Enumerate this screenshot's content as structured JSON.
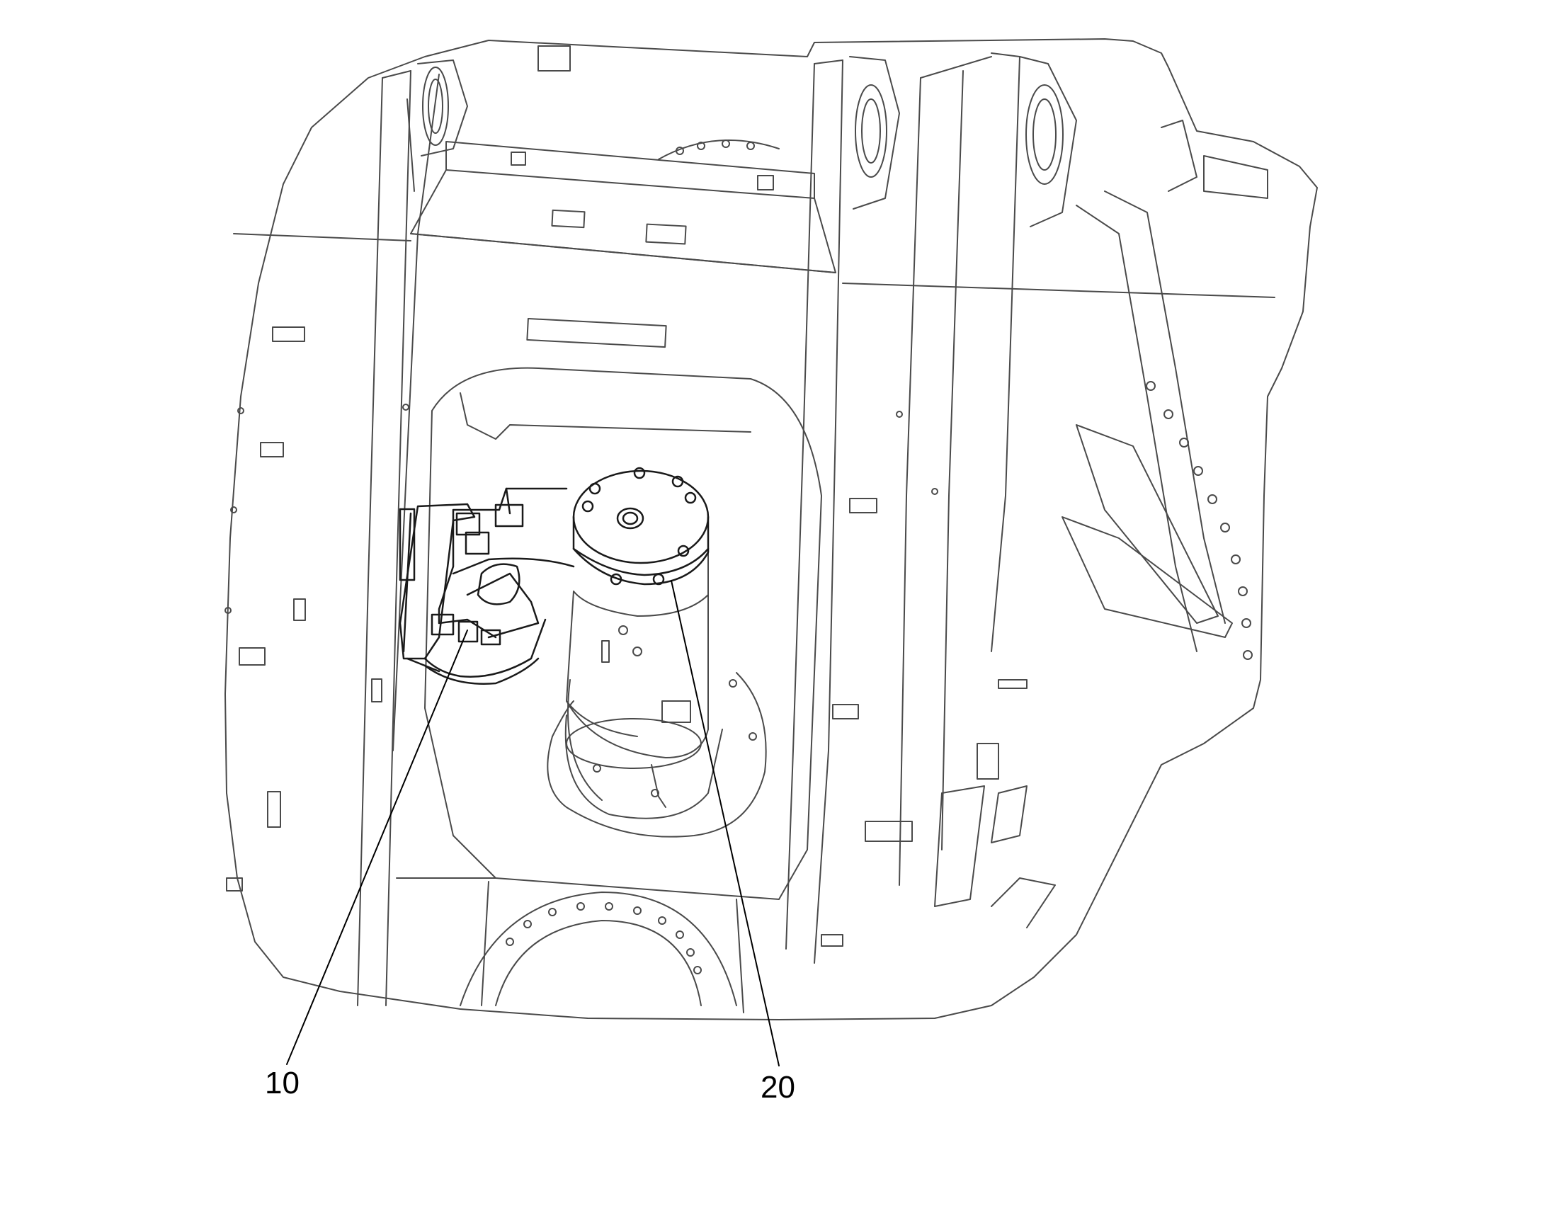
{
  "callouts": [
    {
      "id": "10",
      "label": "10"
    },
    {
      "id": "20",
      "label": "20"
    }
  ],
  "colors": {
    "line": "#4a4a4a",
    "leader": "#000000",
    "background": "#ffffff"
  }
}
